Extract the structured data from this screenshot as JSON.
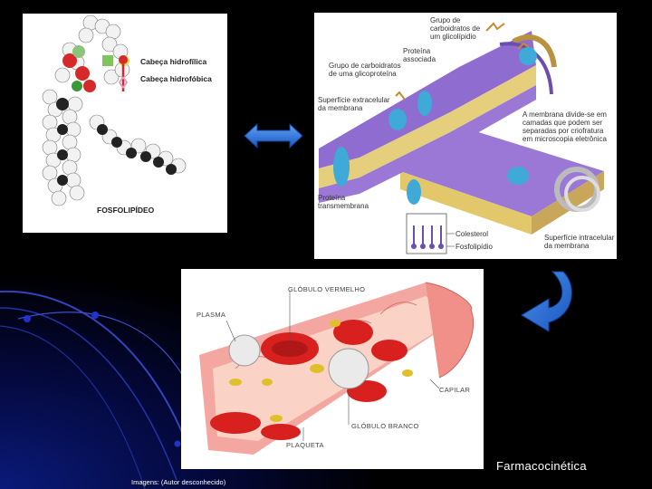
{
  "slide": {
    "background": "#000000",
    "accent_blue": "#2a6fd1",
    "footer_title": "Farmacocinética",
    "footer_credit": "Imagens: (Autor desconhecido)"
  },
  "phospholipid": {
    "label_hydrophilic": "Cabeça hidrofílica",
    "label_hydrophobic": "Cabeça hidrofóbica",
    "caption": "FOSFOLIPÍDEO"
  },
  "membrane": {
    "label_glycolipid": "Grupo de carboidratos de um glicolípidio",
    "label_associated_protein": "Proteína associada",
    "label_glycoprotein": "Grupo de carboidratos de uma glicoproteína",
    "label_extracellular": "Superfície extracelular da membrana",
    "label_divides": "A membrana divide-se em camadas que podem ser separadas por criofratura em microscopia eletrônica",
    "label_transmembrane": "Proteína transmembrana",
    "label_cholesterol": "Colesterol",
    "label_phospholipid": "Fosfolipídio",
    "label_intracellular": "Superfície intracelular da membrana"
  },
  "capillary": {
    "label_red_cell": "GLÓBULO VERMELHO",
    "label_plasma": "PLASMA",
    "label_capillary": "CAPILAR",
    "label_white_cell": "GLÓBULO BRANCO",
    "label_platelet": "PLAQUETA"
  },
  "icons": {
    "double_arrow": "double-arrow-icon",
    "curved_arrow": "curved-arrow-icon"
  }
}
